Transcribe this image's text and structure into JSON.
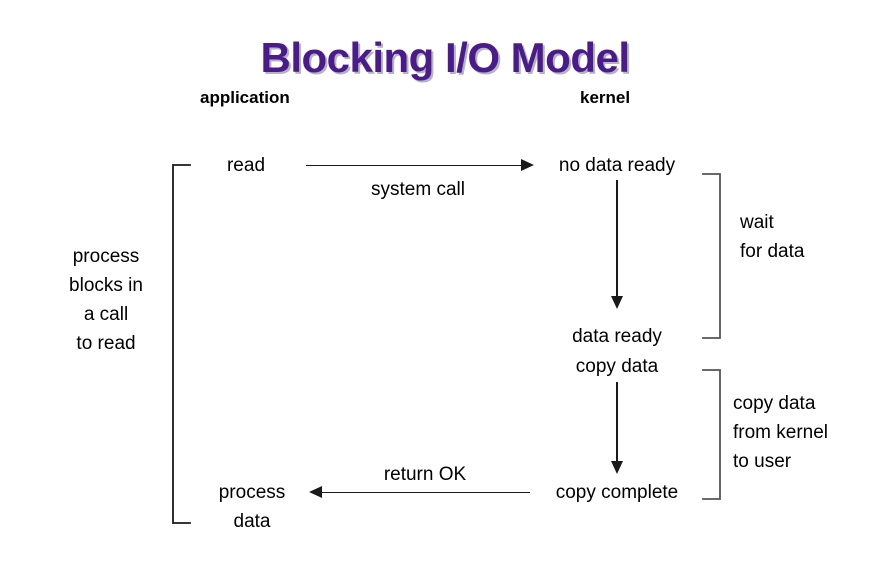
{
  "title": "Blocking I/O Model",
  "columns": {
    "application": "application",
    "kernel": "kernel"
  },
  "application_side": {
    "call_label": "read",
    "result_line1": "process",
    "result_line2": "data",
    "bracket_label_line1": "process",
    "bracket_label_line2": "blocks in",
    "bracket_label_line3": "a call",
    "bracket_label_line4": "to read"
  },
  "kernel_side": {
    "state1": "no data ready",
    "state2": "data ready",
    "state3": "copy data",
    "state4": "copy complete"
  },
  "edges": {
    "syscall_label": "system call",
    "return_label": "return OK"
  },
  "annotations": {
    "wait_line1": "wait",
    "wait_line2": "for data",
    "copy_line1": "copy data",
    "copy_line2": "from kernel",
    "copy_line3": "to user"
  },
  "colors": {
    "title": "#4B1B8C",
    "line": "#1a1a1a",
    "background": "#ffffff",
    "text": "#000000"
  },
  "chart_data": {
    "type": "diagram",
    "title": "Blocking I/O Model",
    "lanes": [
      "application",
      "kernel"
    ],
    "nodes": [
      {
        "id": "read",
        "lane": "application",
        "label": "read"
      },
      {
        "id": "no-data-ready",
        "lane": "kernel",
        "label": "no data ready"
      },
      {
        "id": "data-ready",
        "lane": "kernel",
        "label": "data ready"
      },
      {
        "id": "copy-data",
        "lane": "kernel",
        "label": "copy data"
      },
      {
        "id": "copy-complete",
        "lane": "kernel",
        "label": "copy complete"
      },
      {
        "id": "process-data",
        "lane": "application",
        "label": "process data"
      }
    ],
    "edges": [
      {
        "from": "read",
        "to": "no-data-ready",
        "label": "system call",
        "direction": "right"
      },
      {
        "from": "no-data-ready",
        "to": "data-ready",
        "label": "",
        "direction": "down"
      },
      {
        "from": "copy-data",
        "to": "copy-complete",
        "label": "",
        "direction": "down"
      },
      {
        "from": "copy-complete",
        "to": "process-data",
        "label": "return OK",
        "direction": "left"
      }
    ],
    "brackets": [
      {
        "spans": [
          "no-data-ready",
          "data-ready"
        ],
        "label": "wait for data",
        "side": "right"
      },
      {
        "spans": [
          "copy-data",
          "copy-complete"
        ],
        "label": "copy data from kernel to user",
        "side": "right"
      },
      {
        "spans": [
          "read",
          "process-data"
        ],
        "label": "process blocks in a call to read",
        "side": "left"
      }
    ]
  }
}
